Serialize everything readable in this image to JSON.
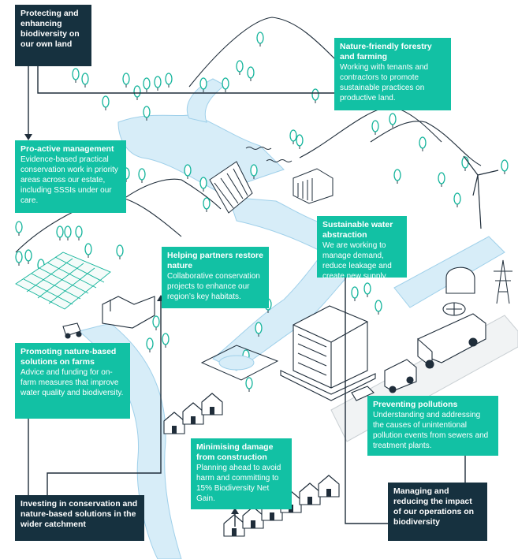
{
  "boxes": {
    "protecting": {
      "title": "Protecting and enhancing biodiversity on our own land"
    },
    "forestry": {
      "title": "Nature-friendly forestry and farming",
      "body": "Working with tenants and contractors to promote sustainable practices on productive land."
    },
    "proactive": {
      "title": "Pro-active management",
      "body": "Evidence-based practical conservation work in priority areas across our estate, including SSSIs under our care."
    },
    "water": {
      "title": "Sustainable water abstraction",
      "body": "We are working to manage demand, reduce leakage and create new supply."
    },
    "partners": {
      "title": "Helping partners restore nature",
      "body": "Collaborative conservation projects to enhance our region’s key habitats."
    },
    "farms": {
      "title": "Promoting nature-based solutions on farms",
      "body": "Advice and funding for on-farm measures that improve water quality and biodiversity."
    },
    "pollution": {
      "title": "Preventing pollutions",
      "body": "Understanding and addressing the causes of unintentional pollution events from sewers and treatment plants."
    },
    "construction": {
      "title": "Minimising damage from construction",
      "body": "Planning ahead to avoid harm and committing to 15% Biodiversity Net Gain."
    },
    "investing": {
      "title": "Investing in conservation and nature-based solutions in the wider catchment"
    },
    "managing": {
      "title": "Managing and reducing the impact of our operations on biodiversity"
    }
  },
  "colors": {
    "teal": "#12c1a4",
    "navy": "#16313f",
    "water": "#d7edf8",
    "line": "#1f2d3a"
  }
}
